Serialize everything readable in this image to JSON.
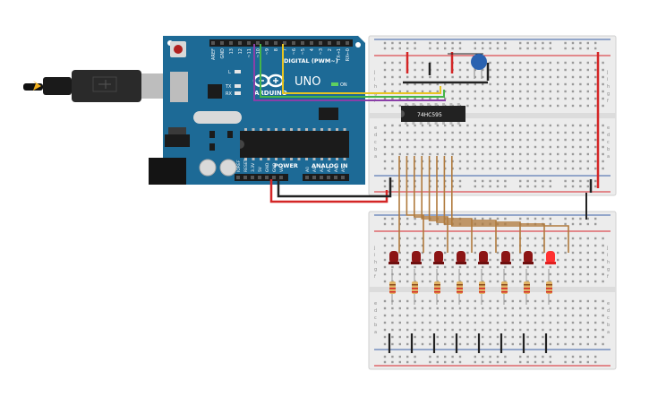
{
  "arduino": {
    "brand": "ARDUINO",
    "model": "UNO",
    "on_label": "ON",
    "digital_label": "DIGITAL (PWM~)",
    "power_label": "POWER",
    "analog_label": "ANALOG IN",
    "led_l": "L",
    "led_tx": "TX",
    "led_rx": "RX",
    "top_pins": [
      "AREF",
      "GND",
      "13",
      "12",
      "~11",
      "~10",
      "~9",
      "8",
      "7",
      "~6",
      "~5",
      "4",
      "~3",
      "2",
      "TX→1",
      "RX←0"
    ],
    "power_pins": [
      "IOREF",
      "RESET",
      "3.3V",
      "5V",
      "GND",
      "GND",
      "Vin"
    ],
    "analog_pins": [
      "A0",
      "A1",
      "A2",
      "A3",
      "A4",
      "A5"
    ]
  },
  "breadboard1": {
    "chip_label": "74HC595",
    "row_letters_top": [
      "j",
      "i",
      "h",
      "g",
      "f"
    ],
    "row_letters_bottom": [
      "e",
      "d",
      "c",
      "b",
      "a"
    ]
  },
  "breadboard2": {
    "row_letters_top": [
      "j",
      "i",
      "h",
      "g",
      "f"
    ],
    "row_letters_bottom": [
      "e",
      "d",
      "c",
      "b",
      "a"
    ],
    "led_count": 8
  },
  "colors": {
    "arduino_board": "#1d6a96",
    "breadboard": "#ececec",
    "rail_red": "#d9252a",
    "rail_blue": "#3a5fa8",
    "wire_red": "#d42626",
    "wire_black": "#222222",
    "wire_yellow": "#e8c521",
    "wire_green": "#45b548",
    "wire_purple": "#8a3fa8",
    "wire_brown": "#b07a3c",
    "led_dark": "#8c1414",
    "led_lit": "#ff3030",
    "capacitor": "#2a62b0"
  }
}
